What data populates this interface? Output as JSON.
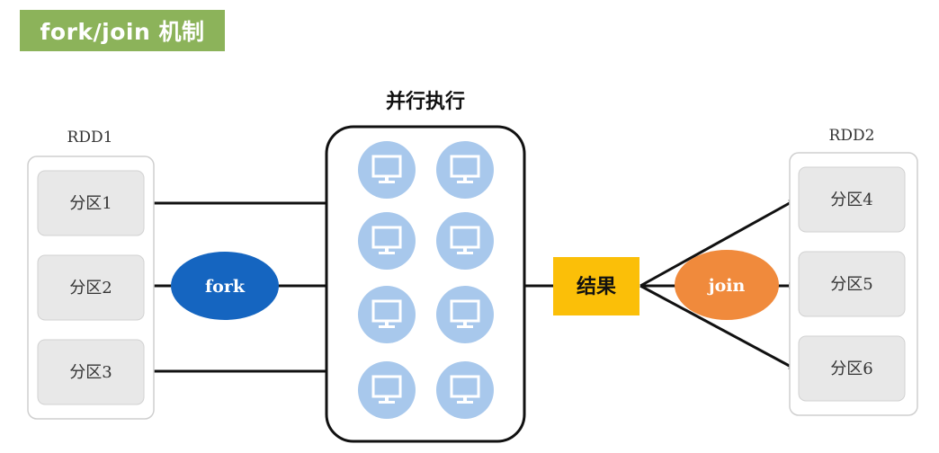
{
  "header": {
    "title": "fork/join 机制"
  },
  "rdd1": {
    "label": "RDD1",
    "partitions": [
      "分区1",
      "分区2",
      "分区3"
    ]
  },
  "rdd2": {
    "label": "RDD2",
    "partitions": [
      "分区4",
      "分区5",
      "分区6"
    ]
  },
  "parallel": {
    "title": "并行执行"
  },
  "fork": {
    "label": "fork"
  },
  "join": {
    "label": "join"
  },
  "result": {
    "label": "结果"
  },
  "colors": {
    "title_bg": "#8cb35a",
    "fork_oval": "#1565c0",
    "join_oval": "#f08a3c",
    "result_box": "#fbbf08",
    "computer_circle": "#a8c8ec",
    "partition_fill": "#e8e8e8"
  },
  "icons": {
    "computer": "monitor-icon"
  }
}
